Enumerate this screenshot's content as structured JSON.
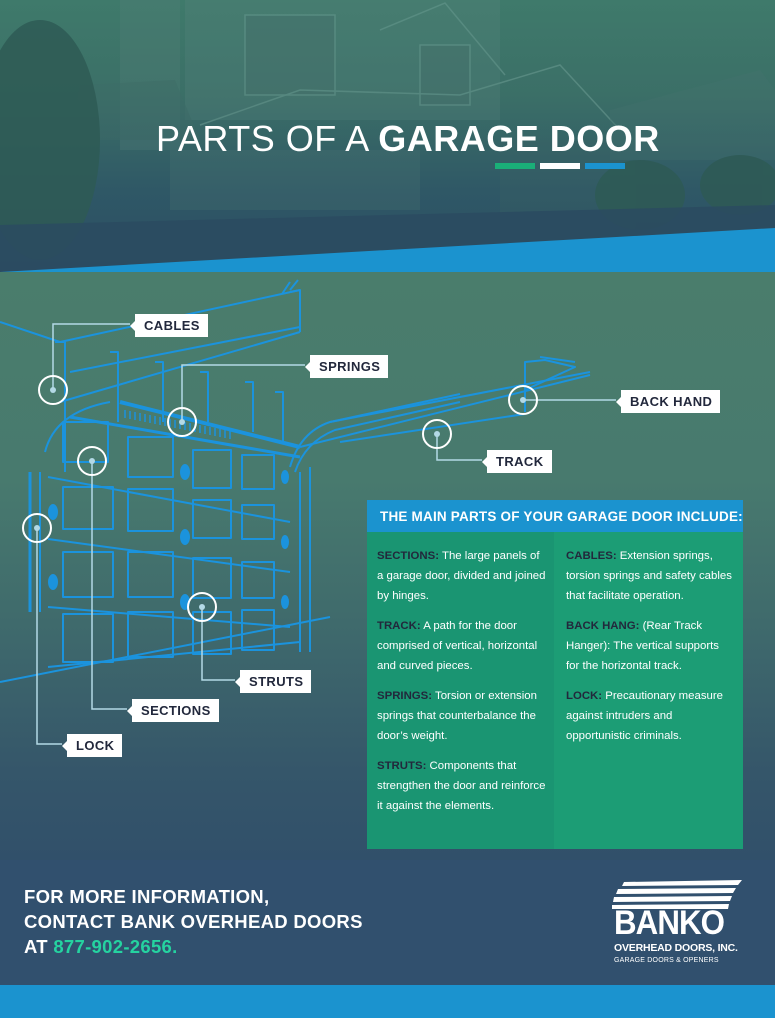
{
  "header": {
    "title_light": "PARTS OF A ",
    "title_bold": "GARAGE DOOR",
    "underline_colors": [
      "#1aaf78",
      "#ffffff",
      "#1b93cf"
    ]
  },
  "diagram": {
    "callouts": [
      {
        "label": "CABLES"
      },
      {
        "label": "SPRINGS"
      },
      {
        "label": "BACK HAND"
      },
      {
        "label": "TRACK"
      },
      {
        "label": "STRUTS"
      },
      {
        "label": "SECTIONS"
      },
      {
        "label": "LOCK"
      }
    ]
  },
  "panel": {
    "heading": "THE MAIN PARTS OF YOUR GARAGE DOOR INCLUDE:",
    "left": [
      {
        "term": "SECTIONS:",
        "desc": " The large panels of a garage door, divided and joined by hinges."
      },
      {
        "term": "TRACK:",
        "desc": " A path for the door comprised of vertical, horizontal and curved pieces."
      },
      {
        "term": "SPRINGS:",
        "desc": " Torsion or extension springs that counterbalance the door’s weight."
      },
      {
        "term": "STRUTS:",
        "desc": " Components that strengthen the door and reinforce it against the elements."
      }
    ],
    "right": [
      {
        "term": "CABLES:",
        "desc": " Extension springs, torsion springs and safety cables that facilitate operation."
      },
      {
        "term": "BACK HANG:",
        "desc": " (Rear Track Hanger): The vertical supports for the horizontal track."
      },
      {
        "term": "LOCK:",
        "desc": " Precautionary measure against intruders and opportunistic criminals."
      }
    ]
  },
  "footer": {
    "line1": "FOR MORE INFORMATION,",
    "line2": "CONTACT BANK OVERHEAD DOORS",
    "line3_prefix": "AT ",
    "phone": "877-902-2656.",
    "logo": {
      "name": "BANKO",
      "subtitle": "OVERHEAD DOORS, INC.",
      "tagline": "GARAGE DOORS & OPENERS"
    }
  },
  "colors": {
    "accent_blue": "#1b93cf",
    "accent_green": "#1a9a74",
    "phone_green": "#25d3a0",
    "navy": "#31506e",
    "label_dark": "#22283c"
  }
}
